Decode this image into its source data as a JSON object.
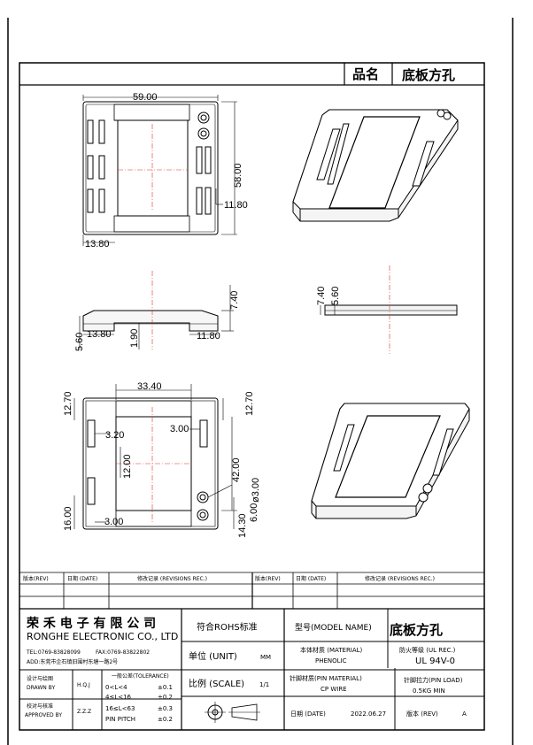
{
  "header": {
    "part_label": "品名",
    "part_name": "底板方孔"
  },
  "top_view": {
    "width": "59.00",
    "height": "58.00",
    "right_offset": "11.80",
    "left_offset": "13.80"
  },
  "side_view": {
    "total_height": "7.40",
    "base_height": "5.60",
    "left_offset": "13.80",
    "step": "1.90",
    "right_offset": "11.80"
  },
  "end_view": {
    "total_height": "7.40",
    "base_height": "5.60"
  },
  "bottom_view": {
    "inner_width": "33.40",
    "top_left": "12.70",
    "top_right": "12.70",
    "slot_left": "3.20",
    "slot_right": "3.00",
    "center": "12.00",
    "inner_height": "42.00",
    "hole_dia": "ø3.00",
    "hole_offset": "6.00",
    "bottom_right": "14.30",
    "bottom_left": "16.00",
    "slot_bottom": "3.00"
  },
  "revision_table": {
    "headers": [
      "版本(REV)",
      "日期 (DATE)",
      "修改记录 (REVISIONS REC.)",
      "版本(REV)",
      "日期 (DATE)",
      "修改记录 (REVISIONS REC.)"
    ]
  },
  "title_block": {
    "company_cn": "荣 禾 电 子 有 限 公 司",
    "company_en": "RONGHE ELECTRONIC CO., LTD",
    "tel": "TEL:0769-83828099",
    "fax": "FAX:0769-83822802",
    "address": "ADD:东莞市企石镇旧围村东塘一路2号",
    "rohs": "符合ROHS标准",
    "model_label": "型号(MODEL NAME)",
    "model_value": "底板方孔",
    "unit_label": "单位 (UNIT)",
    "unit_value": "MM",
    "material_label": "本体材质 (MATERIAL)",
    "material_value": "PHENOLIC",
    "fire_label": "防火等级 (UL REC.)",
    "fire_value": "UL 94V-0",
    "drawn_label_cn": "设计与绘图",
    "drawn_label_en": "DRAWN BY",
    "drawn_value": "H.Q.J",
    "tolerance_title": "一般公差(TOLERANCE)",
    "tol_1": "0<L<4",
    "tol_1v": "±0.1",
    "tol_2": "4≤L<16",
    "tol_2v": "±0.2",
    "tol_3": "16≤L<63",
    "tol_3v": "±0.3",
    "tol_4": "PIN PITCH",
    "tol_4v": "±0.2",
    "scale_label": "比例 (SCALE)",
    "scale_value": "1/1",
    "pin_mat_label": "针脚材质(PIN MATERIAL)",
    "pin_mat_value": "CP WIRE",
    "pin_load_label": "针脚拉力(PIN LOAD)",
    "pin_load_value": "0.5KG MIN",
    "approved_label_cn": "校对与核准",
    "approved_label_en": "APPROVED BY",
    "approved_value": "Z.Z.Z",
    "date_label": "日期 (DATE)",
    "date_value": "2022.06.27",
    "rev_label": "版本 (REV)",
    "rev_value": "A"
  }
}
